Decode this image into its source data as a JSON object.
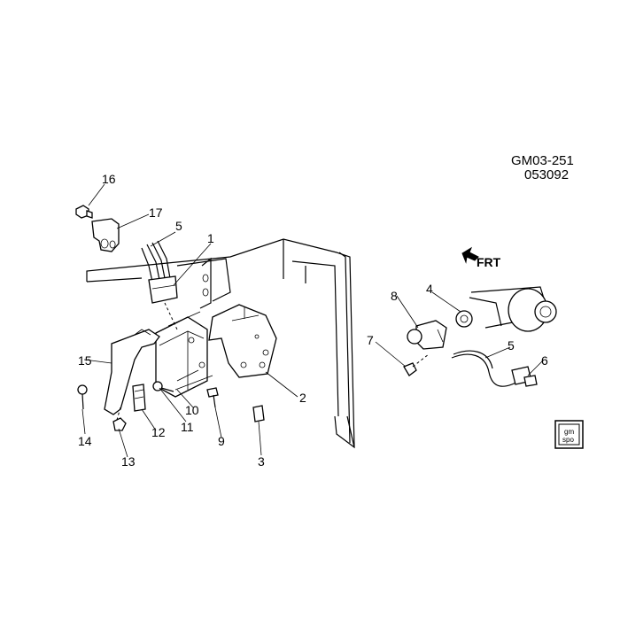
{
  "diagram": {
    "code_line1": "GM03-251",
    "code_line2": "053092",
    "direction_label": "FRT",
    "logo": {
      "line1": "gm",
      "line2": "spo"
    },
    "callouts": [
      "1",
      "2",
      "3",
      "4",
      "5",
      "5",
      "6",
      "7",
      "8",
      "9",
      "10",
      "11",
      "12",
      "13",
      "14",
      "15",
      "16",
      "17"
    ]
  }
}
